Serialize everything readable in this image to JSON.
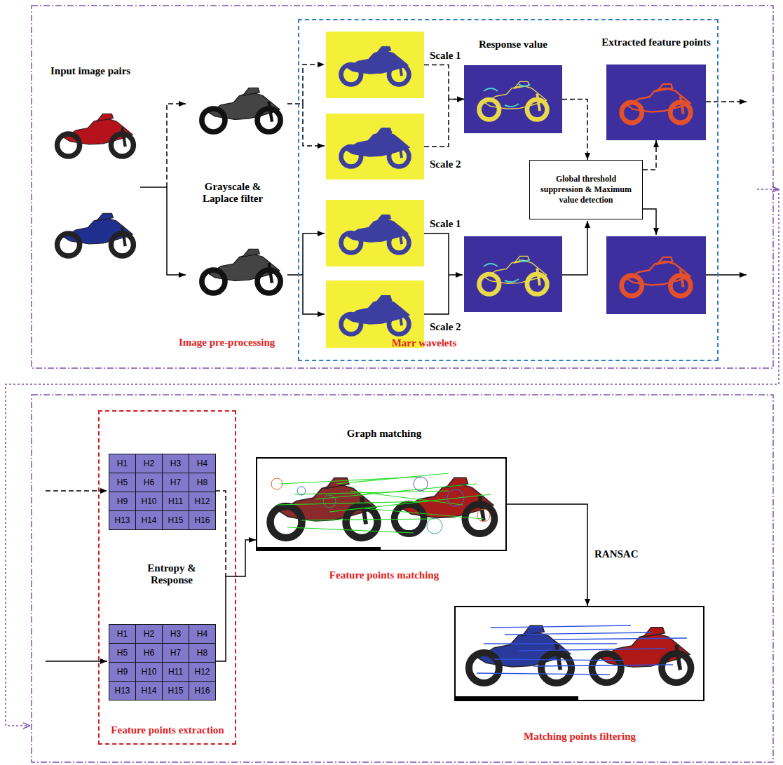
{
  "diagram": {
    "nodes": [
      {
        "text": [
          "Marr wavelets"
        ]
      },
      {
        "text": [
          "Scale 1"
        ],
        "in": 0
      },
      {
        "text": [
          "Scale 2"
        ],
        "in": 0
      },
      {
        "text": [
          "Response value"
        ],
        "in": 0
      },
      {
        "text": [
          "Extracted feature points"
        ],
        "in": 0
      },
      {
        "text": [
          "Global threshold suppression & Maximum value detection"
        ],
        "in": 0
      },
      {
        "text": [
          "Scale 1"
        ],
        "in": 0
      },
      {
        "text": [
          "Scale 2"
        ],
        "in": 0
      },
      {
        "text": [
          "Entropy & Response",
          "Feature points extraction"
        ]
      },
      {
        "text": [
          "Graph matching",
          "Feature points matching"
        ]
      },
      {
        "text": [
          "Matching points filtering"
        ]
      }
    ],
    "edges": [
      {
        "from": 1,
        "to": 3,
        "arrow": "to"
      },
      {
        "from": 2,
        "to": 3,
        "arrow": "to"
      },
      {
        "from": 3,
        "to": 5,
        "arrow": "to"
      },
      {
        "from": 5,
        "to": 4,
        "arrow": "to"
      },
      {
        "from": 8,
        "to": 9,
        "arrow": "to"
      },
      {
        "from": 9,
        "to": 10,
        "label": "RANSAC",
        "arrow": "to"
      }
    ],
    "labels": [
      "Input image pairs",
      "Grayscale & Laplace filter",
      "Image pre-processing",
      "H1",
      "H2",
      "H3",
      "H4",
      "H5",
      "H6",
      "H7",
      "H8",
      "H9",
      "H10",
      "H11",
      "H12",
      "H13",
      "H14",
      "H15",
      "H16",
      "H1",
      "H2",
      "H3",
      "H4",
      "H5",
      "H6",
      "H7",
      "H8",
      "H9",
      "H10",
      "H11",
      "H12",
      "H13",
      "H14",
      "H15",
      "H16"
    ]
  }
}
